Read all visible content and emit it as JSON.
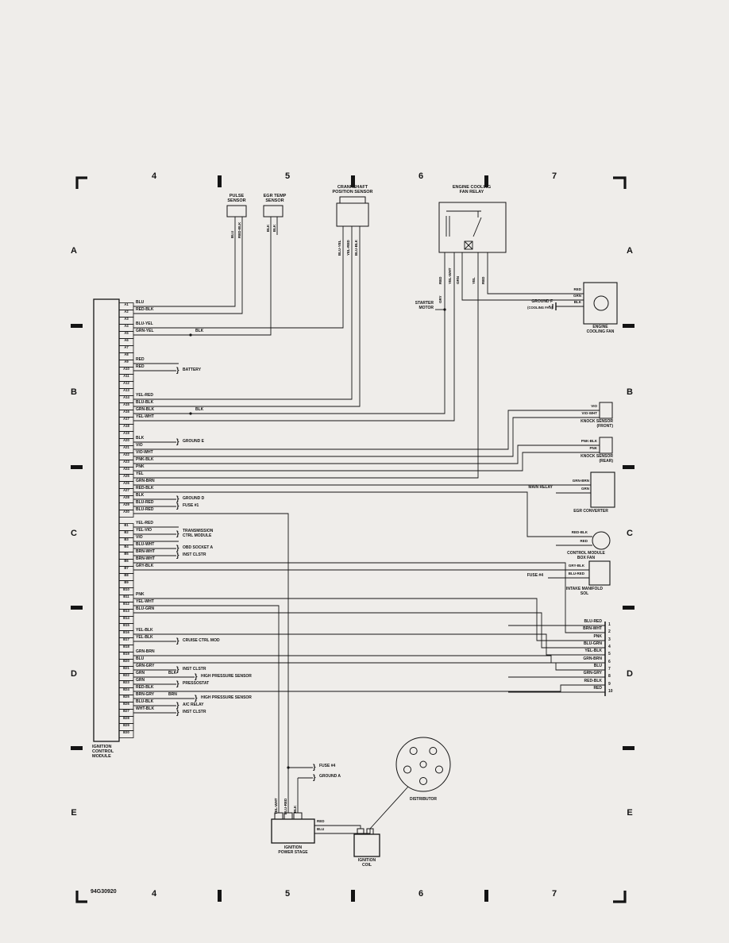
{
  "doc": {
    "number": "94G30920"
  },
  "grid": {
    "top_cols": [
      "4",
      "5",
      "6",
      "7"
    ],
    "bottom_cols": [
      "4",
      "5",
      "6",
      "7"
    ],
    "left_rows": [
      "A",
      "B",
      "C",
      "D",
      "E"
    ],
    "right_rows": [
      "A",
      "B",
      "C",
      "D",
      "E"
    ]
  },
  "module": {
    "label": "IGNITION\nCONTROL\nMODULE",
    "pins_a": [
      {
        "id": "A1",
        "wire": "BLU"
      },
      {
        "id": "A2",
        "wire": "RED-BLK"
      },
      {
        "id": "A3",
        "wire": ""
      },
      {
        "id": "A4",
        "wire": "BLU-YEL"
      },
      {
        "id": "A5",
        "wire": "GRN-YEL",
        "wire2": "BLK"
      },
      {
        "id": "A6",
        "wire": ""
      },
      {
        "id": "A7",
        "wire": ""
      },
      {
        "id": "A8",
        "wire": ""
      },
      {
        "id": "A9",
        "wire": "RED"
      },
      {
        "id": "A10",
        "wire": "RED",
        "note": "BATTERY"
      },
      {
        "id": "A11",
        "wire": ""
      },
      {
        "id": "A12",
        "wire": ""
      },
      {
        "id": "A13",
        "wire": ""
      },
      {
        "id": "A14",
        "wire": "YEL-RED"
      },
      {
        "id": "A15",
        "wire": "BLU-BLK"
      },
      {
        "id": "A16",
        "wire": "GRN-BLK",
        "wire2": "BLK"
      },
      {
        "id": "A17",
        "wire": "YEL-WHT"
      },
      {
        "id": "A18",
        "wire": ""
      },
      {
        "id": "A19",
        "wire": ""
      },
      {
        "id": "A20",
        "wire": "BLK",
        "note": "GROUND E"
      },
      {
        "id": "A21",
        "wire": "VIO"
      },
      {
        "id": "A22",
        "wire": "VIO-WHT"
      },
      {
        "id": "A23",
        "wire": "PNK-BLK"
      },
      {
        "id": "A24",
        "wire": "PNK"
      },
      {
        "id": "A25",
        "wire": "YEL"
      },
      {
        "id": "A26",
        "wire": "GRN-BRN"
      },
      {
        "id": "A27",
        "wire": "RED-BLK"
      },
      {
        "id": "A28",
        "wire": "BLK",
        "note": "GROUND D"
      },
      {
        "id": "A29",
        "wire": "BLU-RED",
        "note": "FUSE #1"
      },
      {
        "id": "A30",
        "wire": "BLU-RED"
      }
    ],
    "pins_b": [
      {
        "id": "B1",
        "wire": "YEL-RED"
      },
      {
        "id": "B2",
        "wire": "YEL-VIO",
        "note": "TRANSMISSION\nCTRL MODULE"
      },
      {
        "id": "B3",
        "wire": "VIO"
      },
      {
        "id": "B4",
        "wire": "BLU-WHT",
        "note": "OBD SOCKET A"
      },
      {
        "id": "B5",
        "wire": "BRN-WHT",
        "note": "INST CLSTR"
      },
      {
        "id": "B6",
        "wire": "BRN-WHT"
      },
      {
        "id": "B7",
        "wire": "GRY-BLK"
      },
      {
        "id": "B8",
        "wire": ""
      },
      {
        "id": "B9",
        "wire": ""
      },
      {
        "id": "B10",
        "wire": ""
      },
      {
        "id": "B11",
        "wire": "PNK"
      },
      {
        "id": "B12",
        "wire": "YEL-WHT"
      },
      {
        "id": "B13",
        "wire": "BLU-GRN"
      },
      {
        "id": "B14",
        "wire": ""
      },
      {
        "id": "B15",
        "wire": ""
      },
      {
        "id": "B16",
        "wire": "YEL-BLK"
      },
      {
        "id": "B17",
        "wire": "YEL-BLK",
        "note": "CRUISE CTRL MOD"
      },
      {
        "id": "B18",
        "wire": ""
      },
      {
        "id": "B19",
        "wire": "GRN-BRN"
      },
      {
        "id": "B20",
        "wire": "BLU"
      },
      {
        "id": "B21",
        "wire": "GRN-GRY",
        "note": "INST CLSTR"
      },
      {
        "id": "B22",
        "wire": "GRN",
        "wire2": "BLK",
        "note": "HIGH PRESSURE SENSOR"
      },
      {
        "id": "B23",
        "wire": "GRN",
        "note": "PRESSOSTAT"
      },
      {
        "id": "B24",
        "wire": "RED-BLK"
      },
      {
        "id": "B25",
        "wire": "BRN-GRY",
        "wire2": "BRN",
        "note": "HIGH PRESSURE SENSOR"
      },
      {
        "id": "B26",
        "wire": "BLU-BLK",
        "note": "A/C RELAY"
      },
      {
        "id": "B27",
        "wire": "WHT-BLK",
        "note": "INST CLSTR"
      },
      {
        "id": "B28",
        "wire": ""
      },
      {
        "id": "B29",
        "wire": ""
      },
      {
        "id": "B30",
        "wire": ""
      }
    ]
  },
  "top_components": {
    "pulse_sensor": {
      "label": "PULSE\nSENSOR",
      "wires": [
        "BLU",
        "RED-BLK"
      ]
    },
    "egr_temp_sensor": {
      "label": "EGR TEMP\nSENSOR",
      "wires": [
        "BLK",
        "BLK"
      ]
    },
    "crankshaft_sensor": {
      "label": "CRANKSHAFT\nPOSITION SENSOR",
      "wires": [
        "BLU-YEL",
        "YEL-RED",
        "BLU-BLK"
      ]
    },
    "fan_relay": {
      "label": "ENGINE COOLING\nFAN RELAY",
      "wires": [
        "RED",
        "YEL-WHT",
        "GRN",
        "YEL",
        "RED"
      ]
    },
    "starter_motor": {
      "label": "STARTER\nMOTOR",
      "wire": "GRY"
    },
    "ground_f": {
      "label": "GROUND F",
      "sub": "(COOLING FAN)"
    },
    "cooling_fan": {
      "label": "ENGINE\nCOOLING FAN",
      "wires": [
        "RED",
        "GRN",
        "BLK"
      ]
    }
  },
  "right_components": {
    "knock_front": {
      "label": "KNOCK SENSOR\n(FRONT)",
      "wires": [
        "VIO",
        "VIO-WHT"
      ]
    },
    "knock_rear": {
      "label": "KNOCK SENSOR\n(REAR)",
      "wires": [
        "PNK-BLK",
        "PNK"
      ]
    },
    "main_relay": {
      "label": "MAIN RELAY",
      "wires": [
        "GRN-BRN",
        "GRN"
      ]
    },
    "egr_converter": {
      "label": "EGR CONVERTER"
    },
    "box_fan": {
      "label": "CONTROL MODULE\nBOX FAN",
      "wires": [
        "RED-BLK",
        "RED"
      ]
    },
    "fuse4": {
      "label": "FUSE #4",
      "wires": [
        "GRY-BLK",
        "BLU-RED"
      ]
    },
    "intake_sol": {
      "label": "INTAKE MANIFOLD\nSOL"
    },
    "connector": {
      "pins": [
        {
          "wire": "BLU-RED",
          "num": "1"
        },
        {
          "wire": "BRN-WHT",
          "num": "2"
        },
        {
          "wire": "PNK",
          "num": "3"
        },
        {
          "wire": "BLU-GRN",
          "num": "4"
        },
        {
          "wire": "YEL-BLK",
          "num": "5"
        },
        {
          "wire": "GRN-BRN",
          "num": "6"
        },
        {
          "wire": "BLU",
          "num": "7"
        },
        {
          "wire": "GRN-GRY",
          "num": "8"
        },
        {
          "wire": "RED-BLK",
          "num": "9"
        },
        {
          "wire": "RED",
          "num": "10"
        }
      ]
    }
  },
  "bottom_components": {
    "fuse4": {
      "label": "FUSE #4"
    },
    "ground_a": {
      "label": "GROUND A"
    },
    "power_stage": {
      "label": "IGNITION\nPOWER STAGE",
      "wires_in": [
        "YEL-WHT",
        "BLU-RED",
        "BLK"
      ],
      "wires_out": [
        "RED",
        "BLU"
      ]
    },
    "distributor": {
      "label": "DISTRIBUTOR"
    },
    "ignition_coil": {
      "label": "IGNITION\nCOIL"
    }
  }
}
